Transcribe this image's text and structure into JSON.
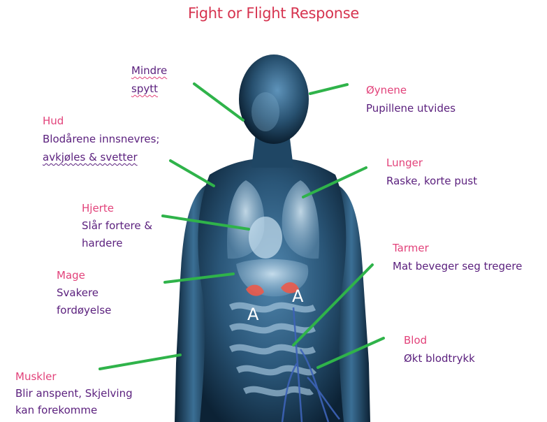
{
  "title": "Fight or Flight Response",
  "colors": {
    "title": "#d6334f",
    "heading": "#e2427a",
    "body": "#5a1f7d",
    "lead_line": "#2fb34a",
    "figure_dark": "#0c2235",
    "figure_mid": "#3b6f95",
    "figure_light": "#b8d4e6",
    "adrenal": "#ec5a4a",
    "vessel": "#3d63b8"
  },
  "labels": {
    "mindre": {
      "heading": "Mindre",
      "lines": [
        "spytt"
      ]
    },
    "oynene": {
      "heading": "Øynene",
      "lines": [
        "Pupillene utvides"
      ]
    },
    "hud": {
      "heading": "Hud",
      "lines": [
        "Blodårene innsnevres;",
        "avkjøles  & svetter"
      ]
    },
    "lunger": {
      "heading": "Lunger",
      "lines": [
        "Raske, korte pust"
      ]
    },
    "hjerte": {
      "heading": "Hjerte",
      "lines": [
        "Slår fortere &",
        "hardere"
      ]
    },
    "tarmer": {
      "heading": "Tarmer",
      "lines": [
        "Mat beveger seg tregere"
      ]
    },
    "mage": {
      "heading": "Mage",
      "lines": [
        "Svakere",
        "fordøyelse"
      ]
    },
    "blod": {
      "heading": "Blod",
      "lines": [
        "Økt blodtrykk"
      ]
    },
    "muskler": {
      "heading": "Muskler",
      "lines": [
        "Blir anspent, Skjelving",
        "kan forekomme"
      ]
    }
  },
  "adrenal_marker": "A",
  "icons": {
    "body_figure": "human-anatomy-figure",
    "adrenal_glands": "adrenal-gland-icon"
  }
}
